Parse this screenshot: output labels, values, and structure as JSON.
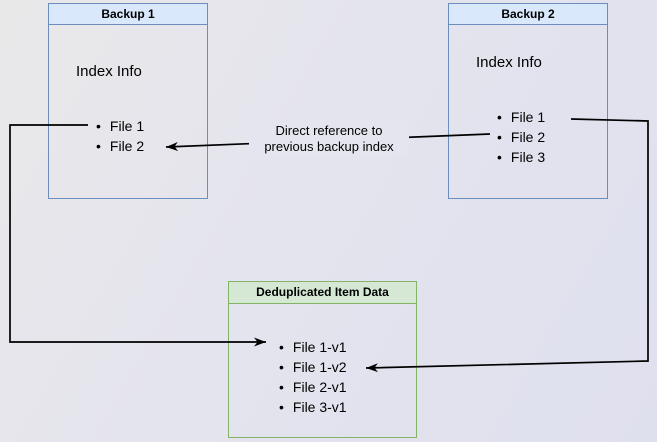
{
  "diagram": {
    "backup1": {
      "title": "Backup 1",
      "subtitle": "Index Info",
      "files": [
        "File 1",
        "File 2"
      ]
    },
    "backup2": {
      "title": "Backup 2",
      "subtitle": "Index Info",
      "files": [
        "File 1",
        "File 2",
        "File 3"
      ]
    },
    "dedup": {
      "title": "Deduplicated Item Data",
      "items": [
        "File 1-v1",
        "File 1-v2",
        "File 2-v1",
        "File 3-v1"
      ]
    },
    "annotation": {
      "line1": "Direct reference to",
      "line2": "previous backup index"
    },
    "edges": [
      {
        "from": "backup2.files.File 2",
        "to": "backup1.files.File 2",
        "label": "Direct reference to previous backup index"
      },
      {
        "from": "backup1.files.File 1",
        "to": "dedup.items.File 1-v1",
        "label": ""
      },
      {
        "from": "backup2.files.File 1",
        "to": "dedup.items.File 1-v2",
        "label": ""
      }
    ],
    "colors": {
      "blue_border": "#6c8ebf",
      "blue_header_fill": "#dae8fc",
      "green_border": "#82b366",
      "green_header_fill": "#d5e8d4",
      "edge_line": "#000000"
    }
  }
}
